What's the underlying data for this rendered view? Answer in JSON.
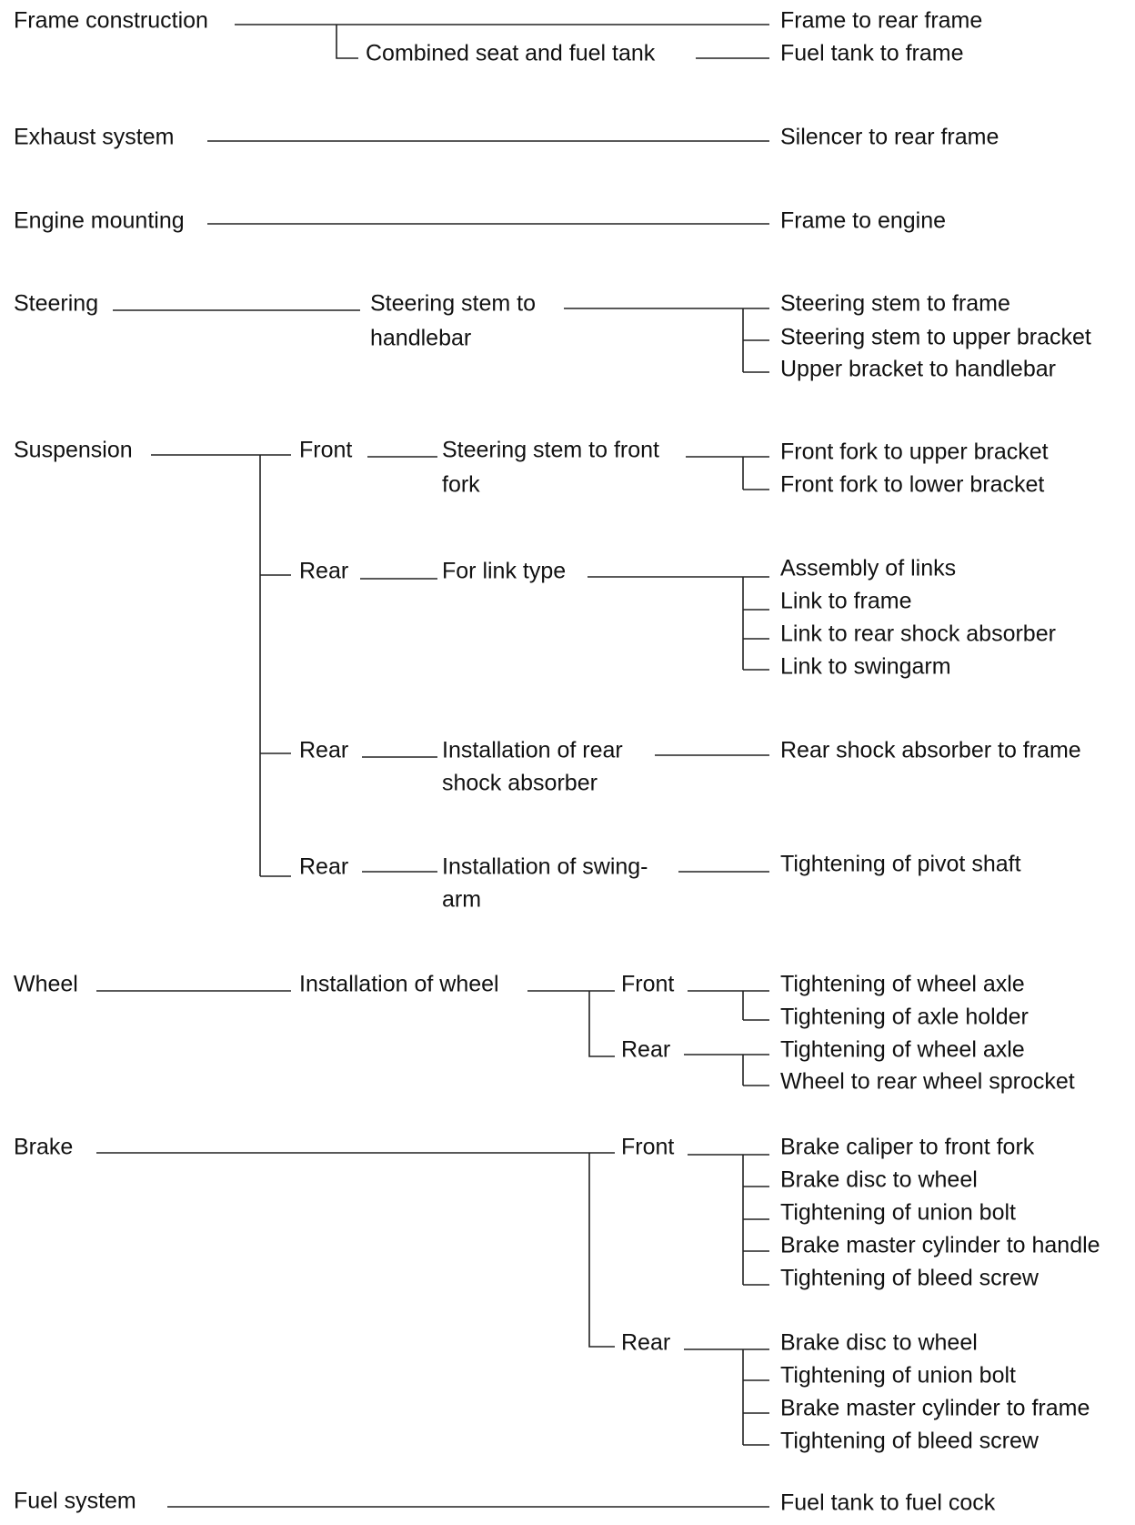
{
  "labels": {
    "frame": "Frame construction",
    "seat_tank": "Combined seat and fuel tank",
    "frame_rear": "Frame to rear frame",
    "tank_frame": "Fuel tank to frame",
    "exhaust": "Exhaust system",
    "silencer": "Silencer to rear frame",
    "engine": "Engine mounting",
    "frame_engine": "Frame to engine",
    "steering": "Steering",
    "stem_handlebar_1": "Steering stem to",
    "stem_handlebar_2": "handlebar",
    "stem_frame": "Steering stem to frame",
    "stem_upper": "Steering stem to upper bracket",
    "upper_handlebar": "Upper bracket to handlebar",
    "suspension": "Suspension",
    "front": "Front",
    "stem_fork_1": "Steering stem to front",
    "stem_fork_2": "fork",
    "fork_upper": "Front fork to upper bracket",
    "fork_lower": "Front fork to lower bracket",
    "rear_1": "Rear",
    "link_type": "For link type",
    "links_assembly": "Assembly of links",
    "link_frame": "Link to frame",
    "link_shock": "Link to rear shock absorber",
    "link_swingarm": "Link to swingarm",
    "rear_2": "Rear",
    "install_shock_1": "Installation of rear",
    "install_shock_2": "shock absorber",
    "shock_frame": "Rear shock absorber to frame",
    "rear_3": "Rear",
    "install_swing_1": "Installation of swing-",
    "install_swing_2": "arm",
    "pivot_shaft": "Tightening of pivot shaft",
    "wheel": "Wheel",
    "install_wheel": "Installation of wheel",
    "wheel_front": "Front",
    "wf_axle": "Tightening of wheel axle",
    "wf_holder": "Tightening of axle holder",
    "wheel_rear": "Rear",
    "wr_axle": "Tightening of wheel axle",
    "wr_sprocket": "Wheel to rear wheel sprocket",
    "brake": "Brake",
    "brake_front": "Front",
    "bf_caliper": "Brake caliper to front fork",
    "bf_disc": "Brake disc to wheel",
    "bf_union": "Tightening of union bolt",
    "bf_master": "Brake master cylinder to handle",
    "bf_bleed": "Tightening of bleed screw",
    "brake_rear": "Rear",
    "br_disc": "Brake disc to wheel",
    "br_union": "Tightening of union bolt",
    "br_master": "Brake master cylinder to frame",
    "br_bleed": "Tightening of bleed screw",
    "fuel": "Fuel system",
    "fuel_cock": "Fuel tank to fuel cock"
  }
}
